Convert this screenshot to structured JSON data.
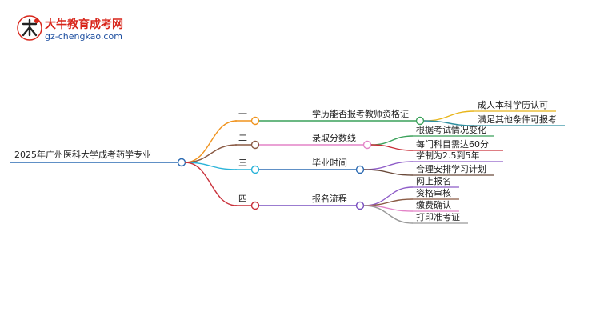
{
  "logo": {
    "brand": "大牛教育成考网",
    "url": "gz-chengkao.com",
    "mark_text": "大牛",
    "brand_color": "#d8261b",
    "url_color": "#1e4fa0"
  },
  "root": {
    "label": "2025年广州医科大学成考药学专业",
    "color": "#2c6bb3"
  },
  "branches": [
    {
      "index": "一",
      "label": "学历能否报考教师资格证",
      "color": "#f0931d",
      "leaf_color": "#3aa15a",
      "leaves": [
        "成人本科学历认可",
        "满足其他条件可报考"
      ],
      "leaf_colors": [
        "#e8b51a",
        "#2f8fa0"
      ]
    },
    {
      "index": "二",
      "label": "录取分数线",
      "color": "#8a5a44",
      "leaf_color": "#e383c7",
      "leaves": [
        "根据考试情况变化",
        "每门科目需达60分"
      ],
      "leaf_colors": [
        "#3aa15a",
        "#c9303a"
      ]
    },
    {
      "index": "三",
      "label": "毕业时间",
      "color": "#29b3d9",
      "leaf_color": "#2c6bb3",
      "leaves": [
        "学制为2.5到5年",
        "合理安排学习计划"
      ],
      "leaf_colors": [
        "#8e5cc8",
        "#6a4a3a"
      ]
    },
    {
      "index": "四",
      "label": "报名流程",
      "color": "#c9303a",
      "leaf_color": "#7a50c0",
      "leaves": [
        "网上报名",
        "资格审核",
        "缴费确认",
        "打印准考证"
      ],
      "leaf_colors": [
        "#8e5cc8",
        "#8a5a44",
        "#e383c7",
        "#999999"
      ]
    }
  ]
}
